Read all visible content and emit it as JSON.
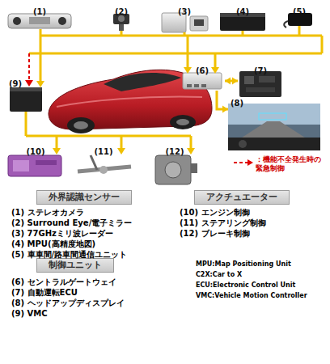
{
  "diagram": {
    "nodes": [
      {
        "text": [
          "(1)"
        ]
      },
      {
        "text": [
          "(2)"
        ]
      },
      {
        "text": [
          "(3)"
        ]
      },
      {
        "text": [
          "(4)"
        ]
      },
      {
        "text": [
          "(5)"
        ]
      },
      {
        "text": [
          "(6)"
        ]
      },
      {
        "text": [
          "(7)"
        ]
      },
      {
        "text": [
          "(8)"
        ]
      },
      {
        "text": [
          "(9)"
        ]
      },
      {
        "text": [
          "(10)"
        ]
      },
      {
        "text": [
          "(11)"
        ]
      },
      {
        "text": [
          "(12)"
        ]
      },
      {
        "text": [
          "外界認識センサー"
        ]
      },
      {
        "text": [
          "制御ユニット"
        ]
      },
      {
        "text": [
          "アクチュエーター"
        ]
      }
    ],
    "edges": [
      {
        "from": 5,
        "to": 6,
        "arrow": "both"
      },
      {
        "from": 5,
        "to": 7,
        "arrow": "to"
      }
    ],
    "labels": [
      "(1) ステレオカメラ",
      "(2) Surround Eye/電子ミラー",
      "(3) 77GHzミリ波レーダー",
      "(4) MPU(高精度地図)",
      "(5) 車車間/路車間通信ユニット",
      "(6) セントラルゲートウェイ",
      "(7) 自動運転ECU",
      "(8) ヘッドアップディスプレイ",
      "(9) VMC",
      "(10) エンジン制御",
      "(11) ステアリング制御",
      "(12) ブレーキ制御",
      "MPU:Map Positioning Unit",
      "C2X:Car to X",
      "ECU:Electronic Control Unit",
      "VMC:Vehicle Motion Controller"
    ],
    "legend": [
      {
        "text": "：機能不全発生時の緊急制御"
      }
    ]
  }
}
